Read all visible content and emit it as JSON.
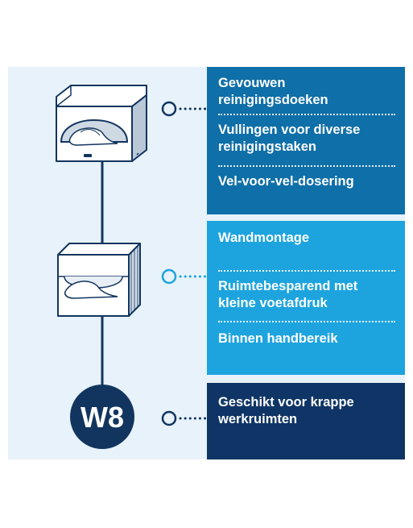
{
  "colors": {
    "panel_bg": "#e7f2fa",
    "box_1": "#0f6fa8",
    "box_2": "#1da4de",
    "box_3": "#0f3566",
    "line": "#12355f"
  },
  "icons": [
    "tissue-dispenser-icon",
    "folded-wipes-pack-icon"
  ],
  "badge": {
    "label": "W8"
  },
  "groups": [
    {
      "items": [
        "Gevouwen reinigingsdoeken",
        "Vullingen voor diverse reinigingstaken",
        "Vel-voor-vel-dosering"
      ]
    },
    {
      "items": [
        "Wandmontage",
        "Ruimtebesparend met kleine voetafdruk",
        "Binnen handbereik"
      ]
    },
    {
      "items": [
        "Geschikt voor krappe werkruimten"
      ]
    }
  ]
}
